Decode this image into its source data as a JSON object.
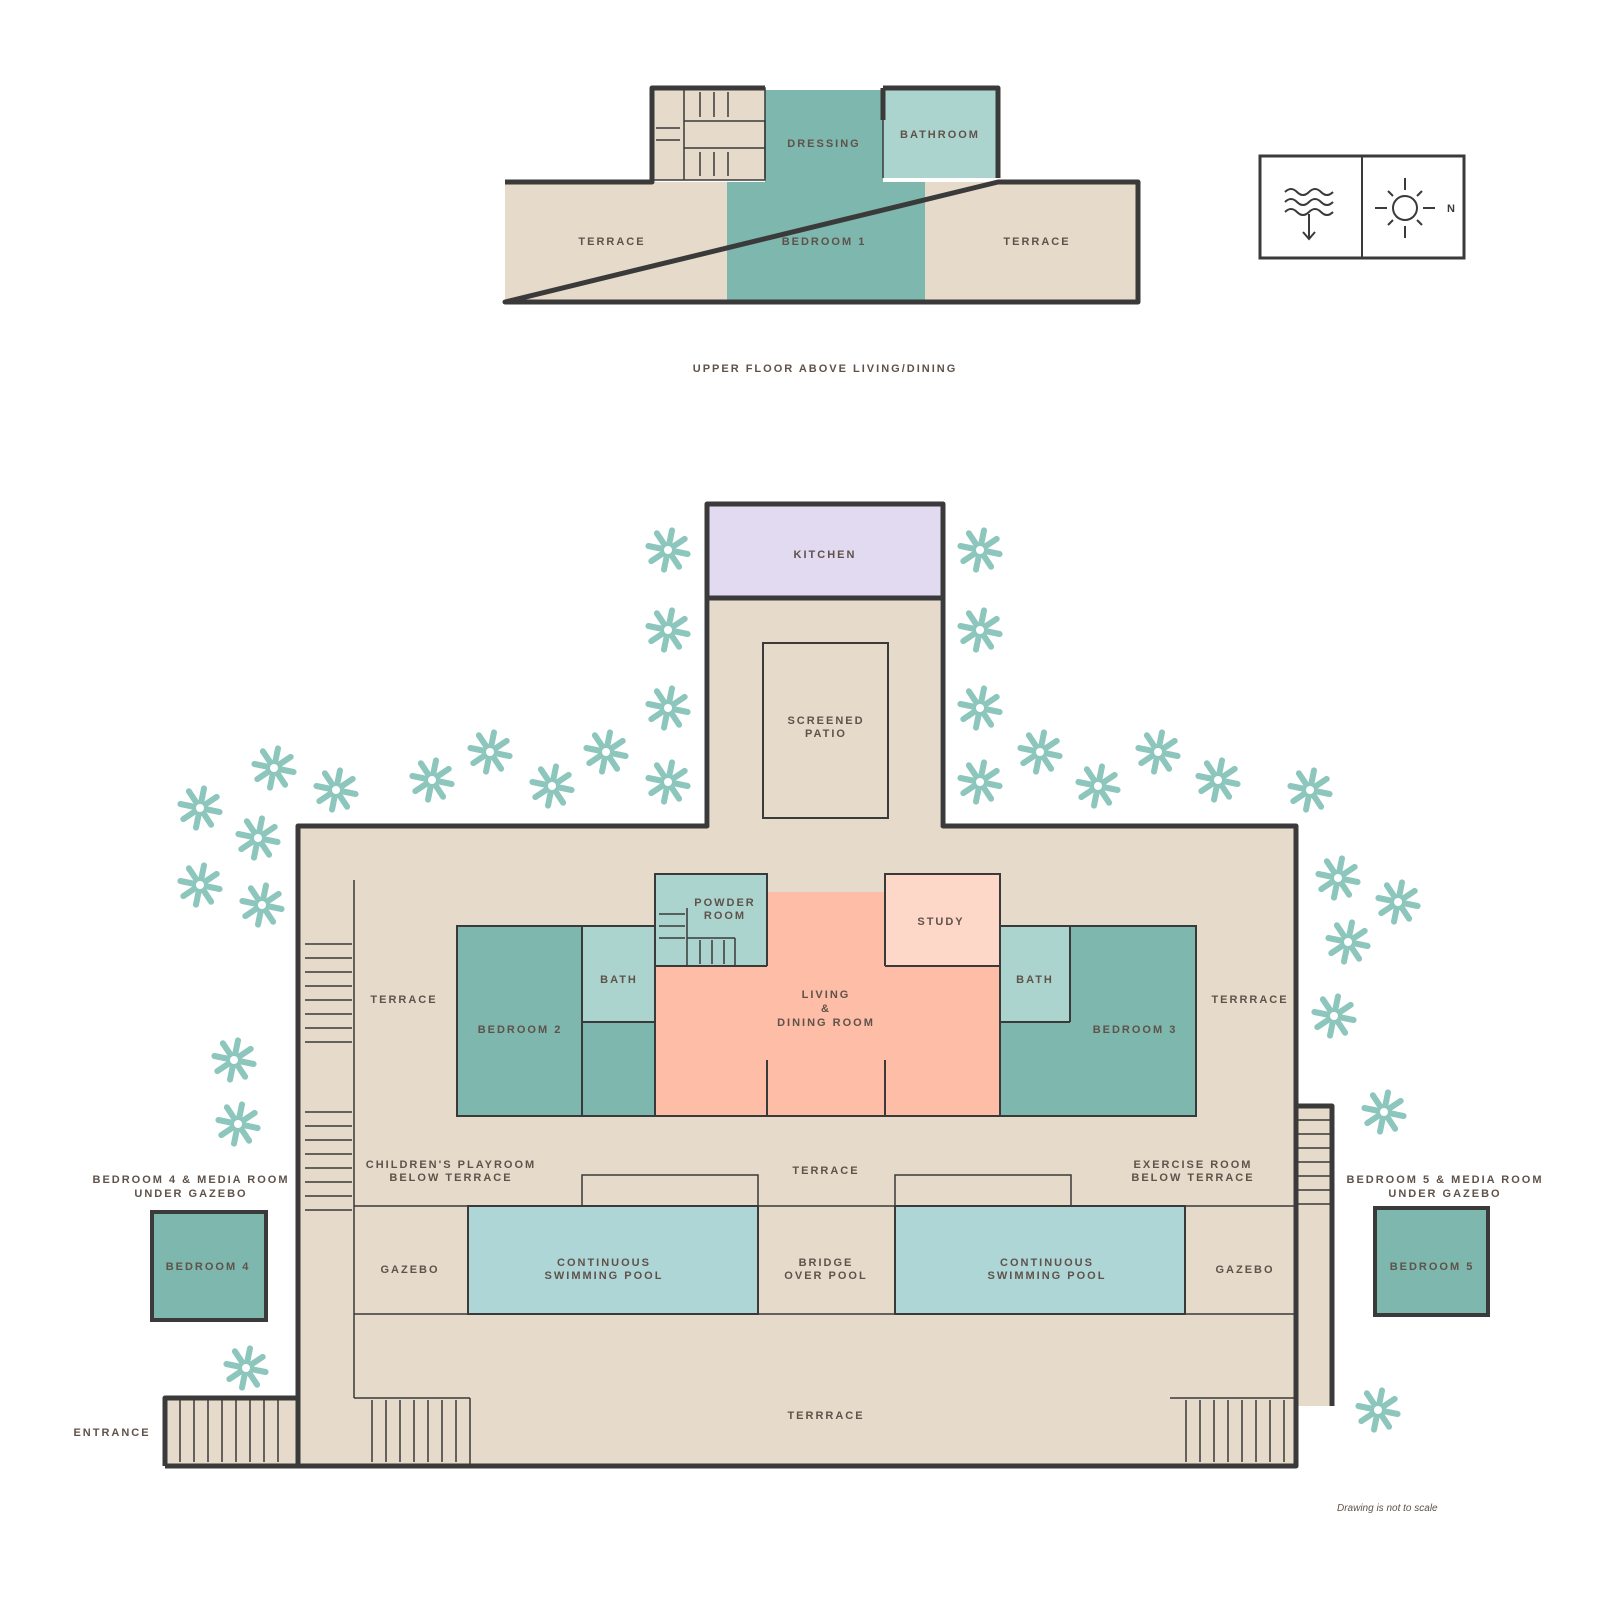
{
  "colors": {
    "terrace": "#e6dacb",
    "bedroom": "#7db7ad",
    "bath": "#acd4ce",
    "kitchen": "#e1daf0",
    "living": "#fdbda6",
    "study": "#fdd7c8",
    "pool": "#aed6d7",
    "palm": "#8cc6bd",
    "wall": "#3a3a3a",
    "text": "#5f524a"
  },
  "upper_floor": {
    "caption": "UPPER FLOOR ABOVE LIVING/DINING",
    "dressing": "DRESSING",
    "bathroom": "BATHROOM",
    "terrace_left": "TERRACE",
    "bedroom1": "BEDROOM 1",
    "terrace_right": "TERRACE"
  },
  "legend": {
    "sea_icon": "waves-down-arrow-icon",
    "sun_icon": "sun-icon",
    "north": "N"
  },
  "ground_floor": {
    "kitchen": "KITCHEN",
    "screened_patio": [
      "SCREENED",
      "PATIO"
    ],
    "powder_room": [
      "POWDER",
      "ROOM"
    ],
    "study": "STUDY",
    "terrace_left": "TERRACE",
    "bedroom2": "BEDROOM 2",
    "bath_left": "BATH",
    "living": [
      "LIVING",
      "&",
      "DINING ROOM"
    ],
    "bath_right": "BATH",
    "bedroom3": "BEDROOM 3",
    "terrace_right": "TERRRACE",
    "childrens_playroom": [
      "CHILDREN'S PLAYROOM",
      "BELOW TERRACE"
    ],
    "terrace_center": "TERRACE",
    "exercise_room": [
      "EXERCISE ROOM",
      "BELOW TERRACE"
    ],
    "gazebo_left": "GAZEBO",
    "pool_left": [
      "CONTINUOUS",
      "SWIMMING POOL"
    ],
    "bridge": [
      "BRIDGE",
      "OVER POOL"
    ],
    "pool_right": [
      "CONTINUOUS",
      "SWIMMING POOL"
    ],
    "gazebo_right": "GAZEBO",
    "terrace_bottom": "TERRRACE",
    "bedroom4_caption": [
      "BEDROOM 4 & MEDIA ROOM",
      "UNDER GAZEBO"
    ],
    "bedroom4": "BEDROOM 4",
    "bedroom5_caption": [
      "BEDROOM 5 & MEDIA ROOM",
      "UNDER GAZEBO"
    ],
    "bedroom5": "BEDROOM 5",
    "entrance": "ENTRANCE"
  },
  "footnote": "Drawing is not to scale"
}
